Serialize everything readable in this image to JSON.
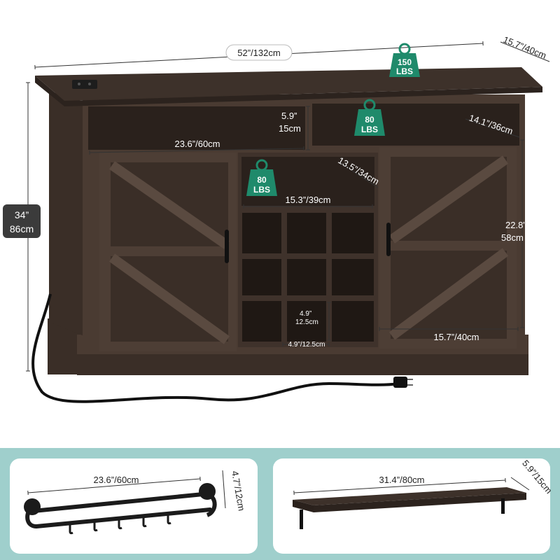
{
  "colors": {
    "wood_dark": "#3a2e27",
    "wood_mid": "#4a3b32",
    "wood_light": "#5b4a3f",
    "badge_green": "#1f8a6b",
    "label_dark": "#3b3b3b",
    "accent_panel": "#9fcfcc"
  },
  "dims": {
    "width_total": "52”/132cm",
    "depth_top": "15.7”/40cm",
    "height_total_in": "34”",
    "height_total_cm": "86cm",
    "shelf_height_in": "5.9”",
    "shelf_height_cm": "15cm",
    "shelf_width": "23.6”/60cm",
    "shelf_depth": "14.1”/36cm",
    "wine_depth": "13.5”/34cm",
    "wine_width": "15.3”/39cm",
    "cabinet_height_in": "22.8”",
    "cabinet_height_cm": "58cm",
    "cube_height_in": "4.9”",
    "cube_height_cm": "12.5cm",
    "cube_width": "4.9”/12.5cm",
    "cabinet_width": "15.7”/40cm",
    "rail_width": "23.6”/60cm",
    "rail_depth": "4.7”/12cm",
    "shelf2_width": "31.4”/80cm",
    "shelf2_depth": "5.9”/15cm"
  },
  "weights": {
    "top_value": "150",
    "top_unit": "LBS",
    "shelf_value": "80",
    "shelf_unit": "LBS",
    "wine_value": "80",
    "wine_unit": "LBS"
  }
}
